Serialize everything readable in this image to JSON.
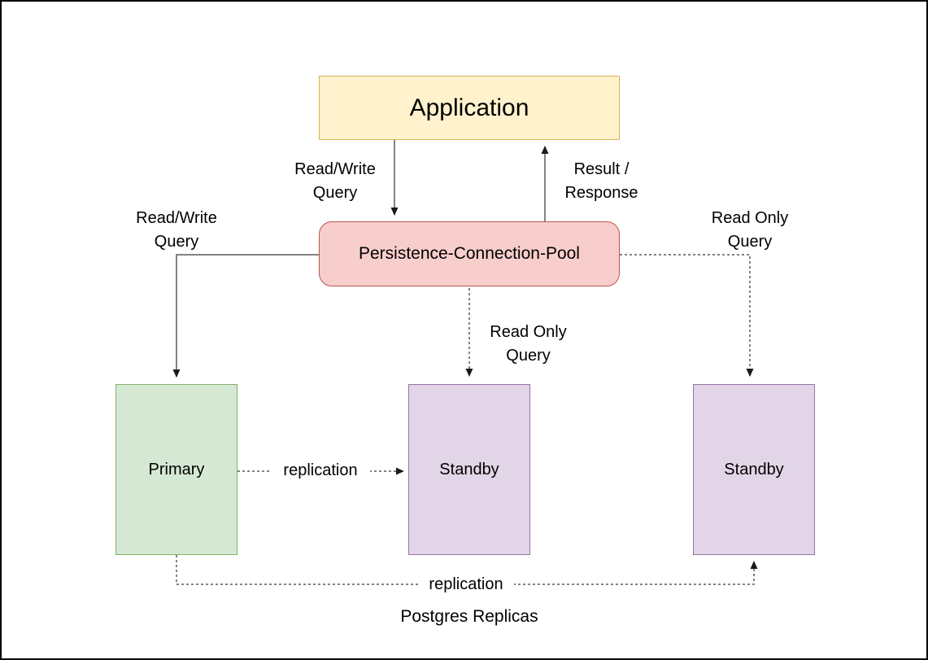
{
  "diagram": {
    "caption": "Postgres Replicas",
    "nodes": {
      "application": {
        "label": "Application"
      },
      "pool": {
        "label": "Persistence-Connection-Pool"
      },
      "primary": {
        "label": "Primary"
      },
      "standby1": {
        "label": "Standby"
      },
      "standby2": {
        "label": "Standby"
      }
    },
    "edges": {
      "app_to_pool": {
        "label": "Read/Write\nQuery",
        "style": "solid",
        "from": "application",
        "to": "pool"
      },
      "pool_to_app": {
        "label": "Result /\nResponse",
        "style": "solid",
        "from": "pool",
        "to": "application"
      },
      "pool_to_primary": {
        "label": "Read/Write\nQuery",
        "style": "solid",
        "from": "pool",
        "to": "primary"
      },
      "pool_to_standby1": {
        "label": "Read Only\nQuery",
        "style": "dashed",
        "from": "pool",
        "to": "standby1"
      },
      "pool_to_standby2": {
        "label": "Read Only\nQuery",
        "style": "dashed",
        "from": "pool",
        "to": "standby2"
      },
      "primary_to_standby1": {
        "label": "replication",
        "style": "dashed",
        "from": "primary",
        "to": "standby1"
      },
      "primary_to_standby2": {
        "label": "replication",
        "style": "dashed",
        "from": "primary",
        "to": "standby2"
      }
    },
    "colors": {
      "application_fill": "#FFF2CC",
      "application_border": "#D6B656",
      "pool_fill": "#F8CECC",
      "pool_border": "#B85450",
      "primary_fill": "#D5E8D4",
      "primary_border": "#82B366",
      "standby_fill": "#E1D5E7",
      "standby_border": "#9673A6",
      "edge_stroke": "#595959",
      "canvas_border": "#000000"
    }
  }
}
